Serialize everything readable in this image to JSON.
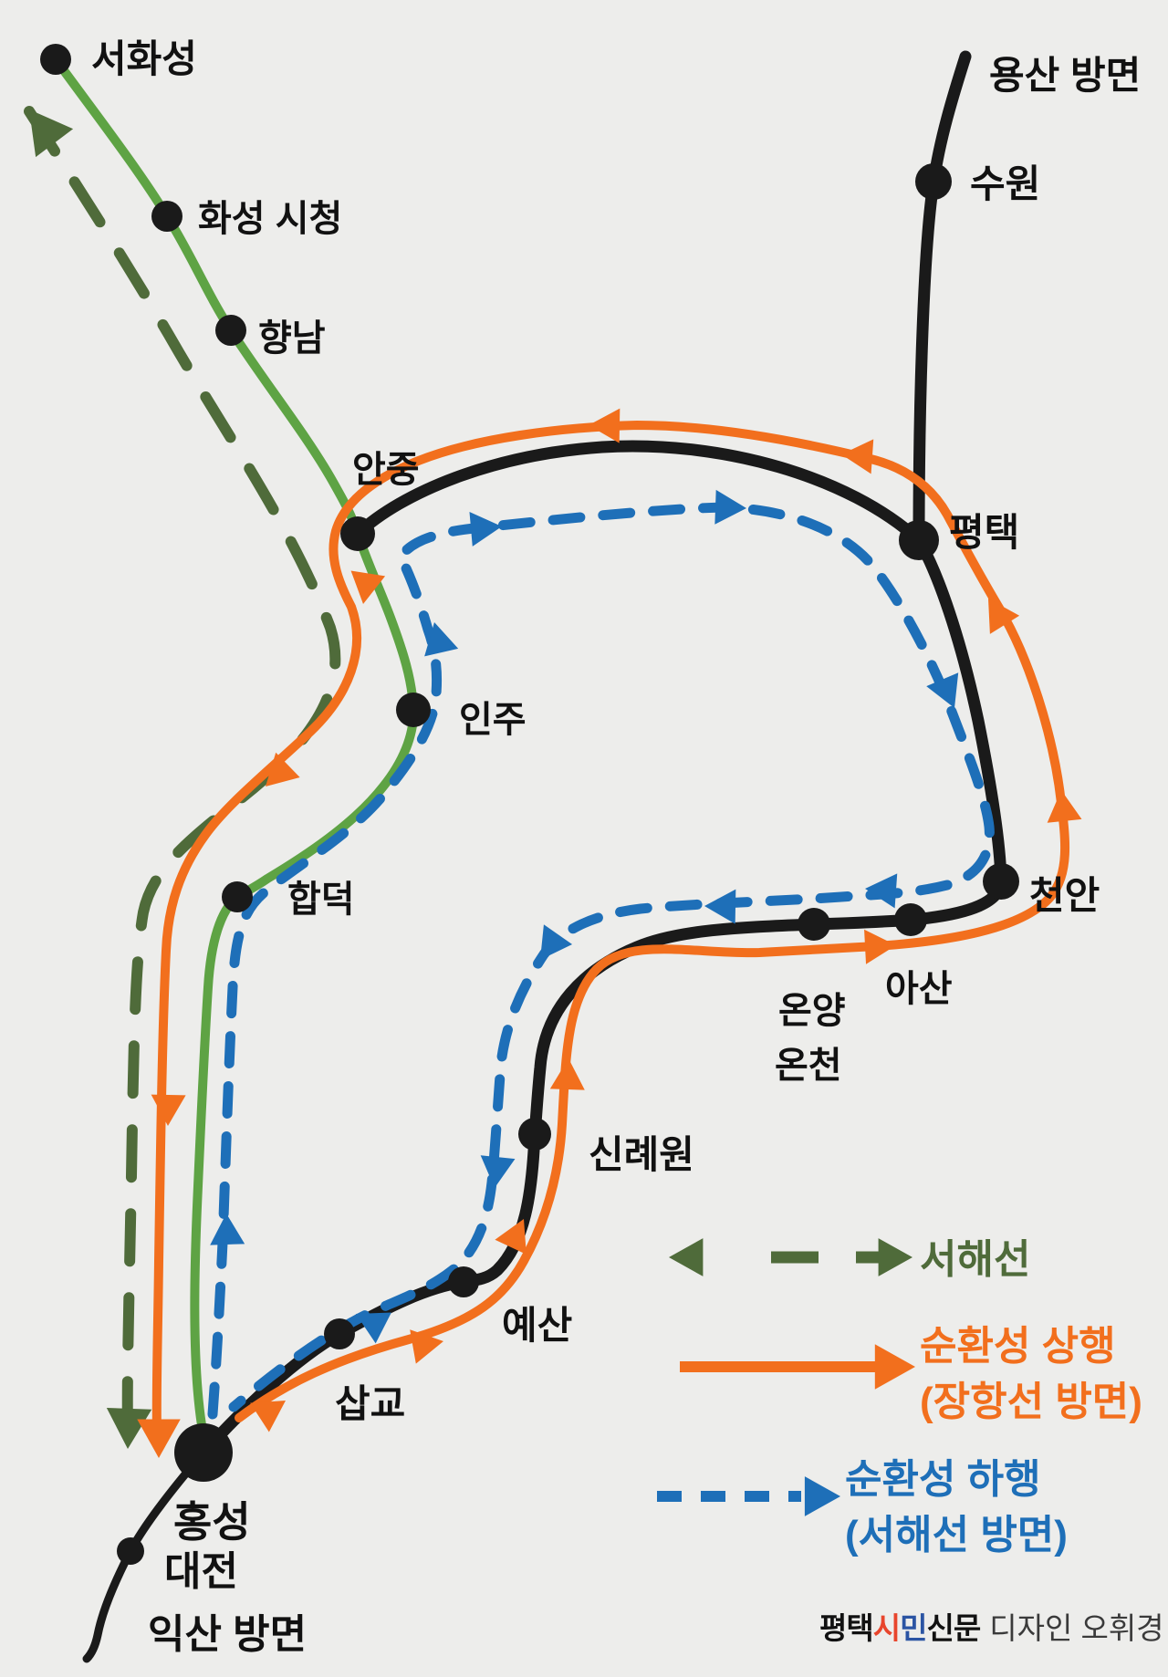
{
  "colors": {
    "background": "#EDEDEB",
    "black_line": "#1A1A1A",
    "orange": "#F26F1D",
    "blue": "#1E6FB8",
    "green": "#5EA344",
    "dark_green": "#4F6B3A",
    "label_text": "#111111",
    "credit_text": "#3A3A3A",
    "logo_red": "#E8452C",
    "logo_blue": "#2B54A3"
  },
  "map": {
    "stations": [
      {
        "id": "seohwaseong",
        "label": "서화성"
      },
      {
        "id": "hwaseong-cityhall",
        "label": "화성 시청"
      },
      {
        "id": "hyangnam",
        "label": "향남"
      },
      {
        "id": "anjung",
        "label": "안중"
      },
      {
        "id": "suwon",
        "label": "수원"
      },
      {
        "id": "pyeongtaek",
        "label": "평택"
      },
      {
        "id": "inju",
        "label": "인주"
      },
      {
        "id": "hapdeok",
        "label": "합덕"
      },
      {
        "id": "cheonan",
        "label": "천안"
      },
      {
        "id": "asan",
        "label": "아산"
      },
      {
        "id": "onyang-oncheon",
        "label_line1": "온양",
        "label_line2": "온천"
      },
      {
        "id": "sinnyewon",
        "label": "신례원"
      },
      {
        "id": "yesan",
        "label": "예산"
      },
      {
        "id": "sapgyo",
        "label": "삽교"
      },
      {
        "id": "hongseong",
        "label": "홍성"
      },
      {
        "id": "daejeon",
        "label": "대전"
      }
    ],
    "terminals": [
      {
        "id": "yongsan",
        "label": "용산 방면"
      },
      {
        "id": "iksan",
        "label": "익산 방면"
      }
    ],
    "lines": [
      {
        "id": "seohae",
        "name": "서해선",
        "style": "dashed, double-headed arrows, dark green"
      },
      {
        "id": "loop-up",
        "name": "순환성 상행",
        "style": "solid orange, counterclockwise arrows"
      },
      {
        "id": "loop-down",
        "name": "순환성 하행",
        "style": "dashed blue, clockwise arrows"
      }
    ]
  },
  "legend": {
    "items": [
      {
        "label": "서해선"
      },
      {
        "label": "순환성 상행",
        "sublabel": "(장항선 방면)"
      },
      {
        "label": "순환성 하행",
        "sublabel": "(서해선 방면)"
      }
    ]
  },
  "footer": {
    "logo_parts": [
      {
        "text": "평택"
      },
      {
        "text": "시"
      },
      {
        "text": "민"
      },
      {
        "text": "신문"
      }
    ],
    "credit": "디자인 오휘경"
  }
}
